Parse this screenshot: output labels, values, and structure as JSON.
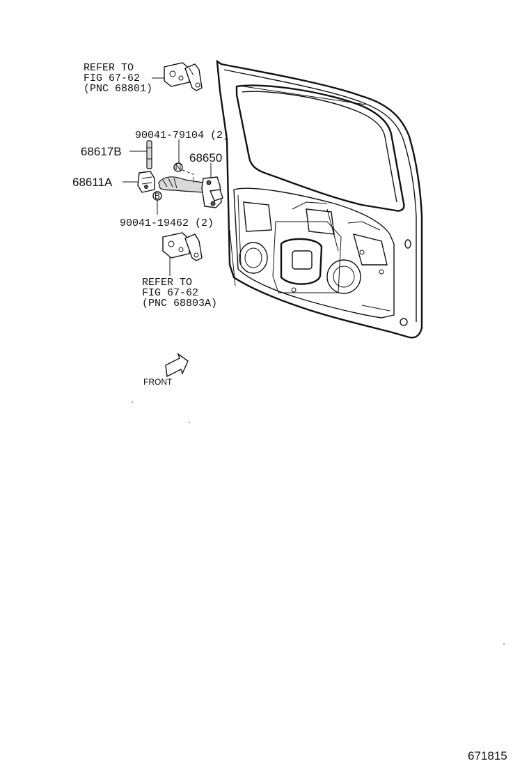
{
  "labels": {
    "refer_upper": {
      "line1": "REFER TO",
      "line2": "FIG 67-62",
      "line3": "(PNC 68801)"
    },
    "refer_lower": {
      "line1": "REFER TO",
      "line2": "FIG 67-62",
      "line3": "(PNC 68803A)"
    },
    "part_90041_79104": "90041-79104 (2)",
    "part_68617B": "68617B",
    "part_68650": "68650",
    "part_68611A": "68611A",
    "part_90041_19462": "90041-19462 (2)",
    "front": "FRONT",
    "figure_number": "671815"
  },
  "icons": {
    "nut_marker": "N",
    "bolt_marker": "B"
  }
}
